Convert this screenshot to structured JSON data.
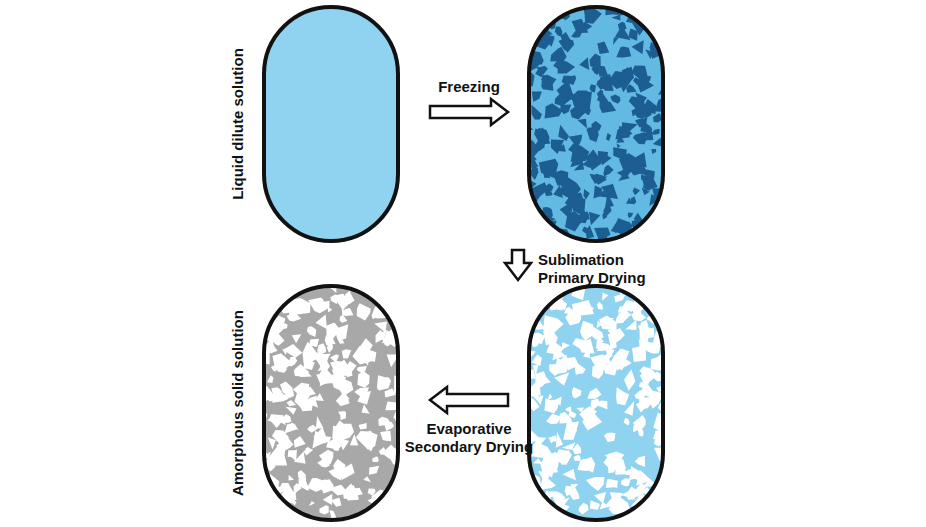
{
  "diagram": {
    "nodes": [
      {
        "text": [
          "Liquid dilute solution"
        ]
      },
      {
        "text": []
      },
      {
        "text": []
      },
      {
        "text": [
          "Amorphous solid solution"
        ]
      }
    ],
    "edges": [
      {
        "from": 0,
        "to": 1,
        "arrow": "to",
        "label": "Freezing"
      },
      {
        "from": 1,
        "to": 2,
        "arrow": "to",
        "label": "Sublimation Primary Drying"
      },
      {
        "from": 2,
        "to": 3,
        "arrow": "to",
        "label": "Evaporative Secondary Drying"
      }
    ]
  }
}
